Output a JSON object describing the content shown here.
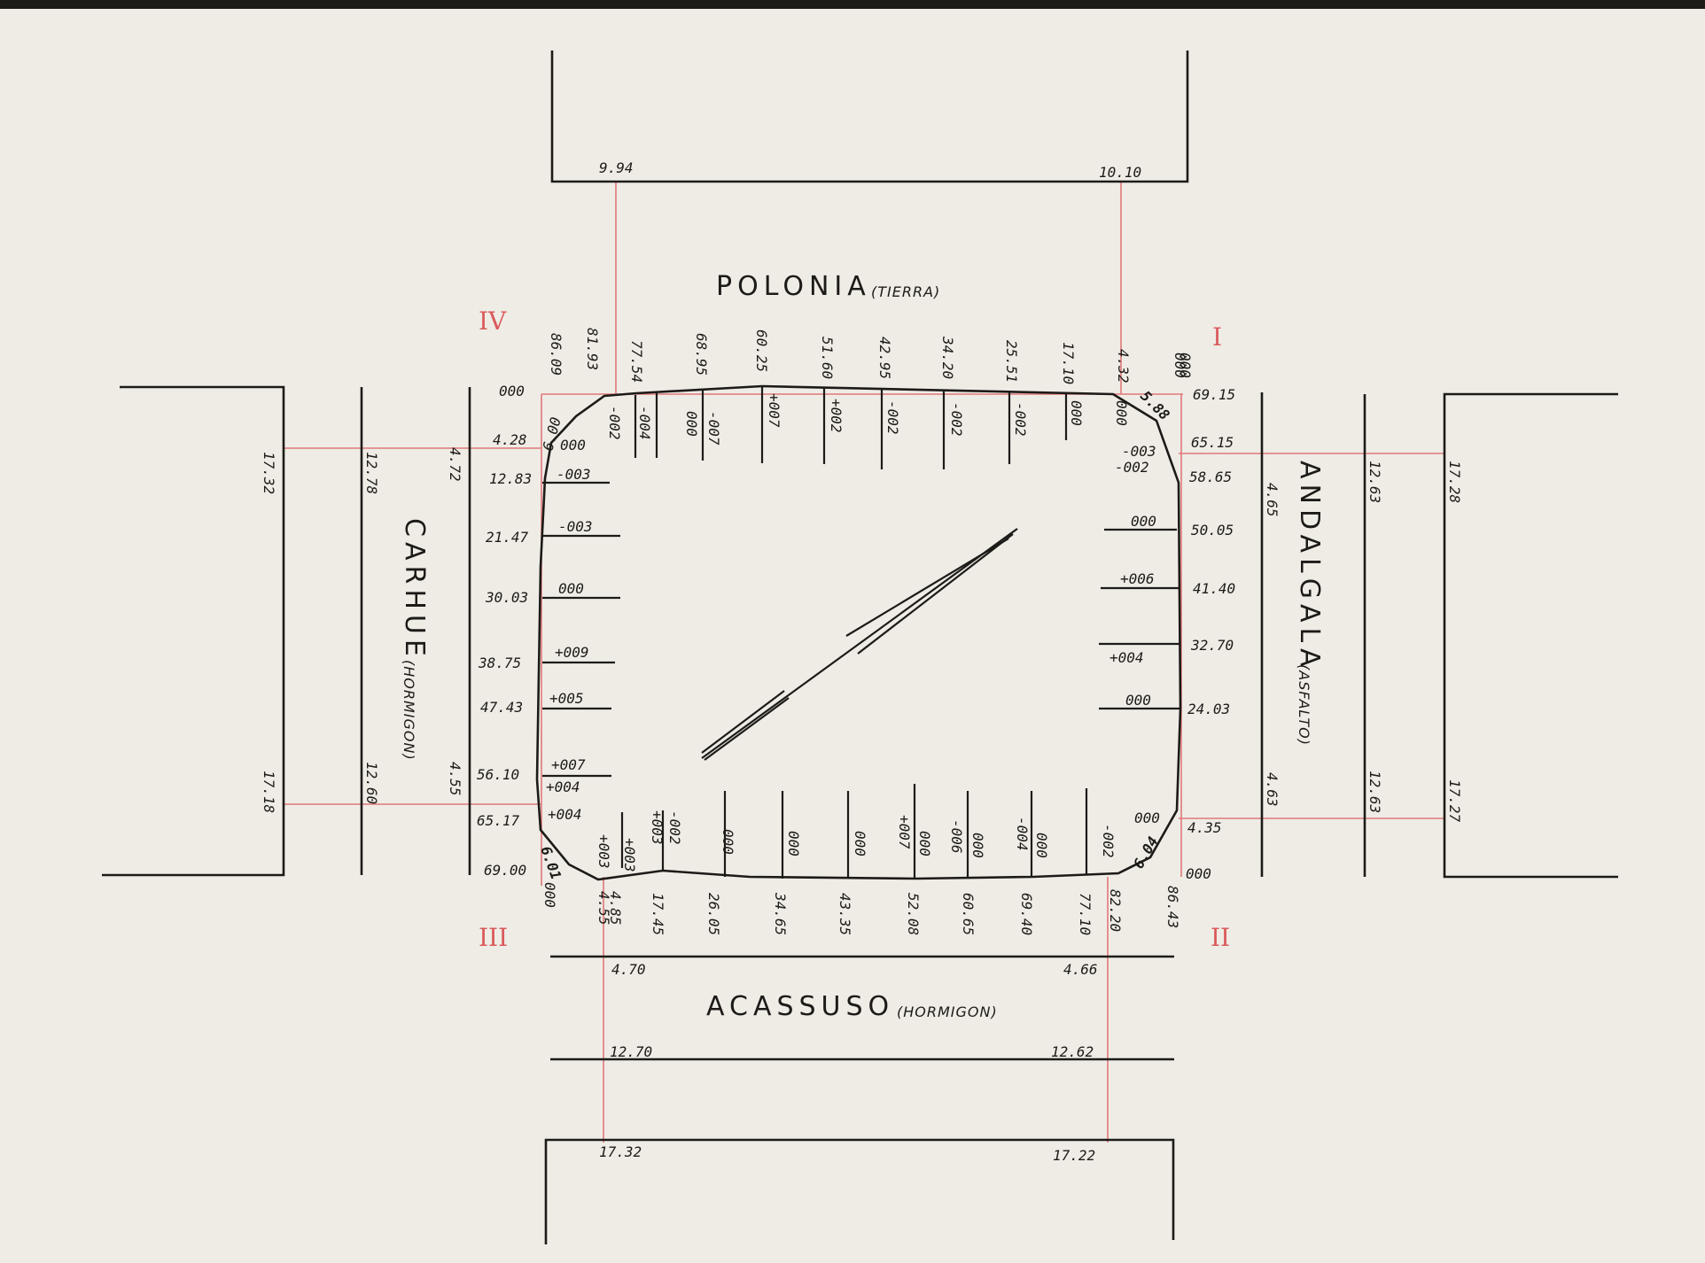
{
  "streets": {
    "north": {
      "name": "POLONIA",
      "surface": "(TIERRA)"
    },
    "south": {
      "name": "ACASSUSO",
      "surface": "(HORMIGON)"
    },
    "west": {
      "name": "CARHUE",
      "surface": "(HORMIGON)"
    },
    "east": {
      "name": "ANDALGALA",
      "surface": "(ASFALTO)"
    }
  },
  "corners": {
    "ne": "I",
    "se": "II",
    "sw": "III",
    "nw": "IV"
  },
  "north_top_block": {
    "left": "9.94",
    "right": "10.10"
  },
  "south_block": {
    "curb_left": "4.70",
    "curb_right": "4.66",
    "line_left": "12.70",
    "line_right": "12.62",
    "block_left": "17.32",
    "block_right": "17.22"
  },
  "west_dims": {
    "block_top": "17.32",
    "block_bottom": "17.18",
    "line_top": "12.78",
    "line_bottom": "12.60",
    "curb_top": "4.72",
    "curb_bottom": "4.55"
  },
  "east_dims": {
    "curb_top": "4.65",
    "curb_bottom": "4.63",
    "line_top": "12.63",
    "line_bottom": "12.63",
    "block_top": "17.28",
    "block_bottom": "17.27"
  },
  "top_stations": [
    "86.09",
    "81.93",
    "77.54",
    "68.95",
    "60.25",
    "51.60",
    "42.95",
    "34.20",
    "25.51",
    "17.10",
    "4.32",
    "000"
  ],
  "top_levels": [
    "6.00",
    "-002",
    "-004",
    "000",
    "-007",
    "+007",
    "+002",
    "-002",
    "-002",
    "-002",
    "000",
    "000",
    "5.88"
  ],
  "bottom_stations": [
    "000",
    "4.55",
    "4.85",
    "17.45",
    "26.05",
    "34.65",
    "43.35",
    "52.08",
    "60.65",
    "69.40",
    "77.10",
    "82.20",
    "86.43"
  ],
  "bottom_levels": [
    "6.01",
    "+003",
    "+003",
    "+003",
    "-002",
    "000",
    "000",
    "000",
    "+007",
    "000",
    "-006",
    "000",
    "-004",
    "000",
    "-002",
    "6.04"
  ],
  "left_stations": [
    "000",
    "4.28",
    "12.83",
    "21.47",
    "30.03",
    "38.75",
    "47.43",
    "56.10",
    "65.17",
    "69.00"
  ],
  "left_levels": [
    "000",
    "-003",
    "-003",
    "000",
    "+009",
    "+005",
    "+007",
    "+004",
    "+004"
  ],
  "right_stations": [
    "000",
    "69.15",
    "65.15",
    "58.65",
    "50.05",
    "41.40",
    "32.70",
    "24.03",
    "4.35",
    "000"
  ],
  "right_levels": [
    "-003",
    "-002",
    "000",
    "+006",
    "+004",
    "000",
    "000"
  ]
}
